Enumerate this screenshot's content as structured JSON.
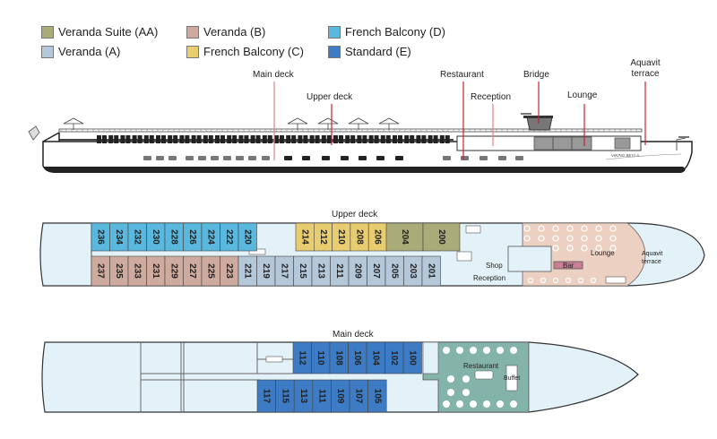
{
  "legend": [
    {
      "label": "Veranda Suite (AA)",
      "color": "#a9ab78"
    },
    {
      "label": "Veranda (A)",
      "color": "#b5c8da"
    },
    {
      "label": "Veranda (B)",
      "color": "#cfab9f"
    },
    {
      "label": "French Balcony (C)",
      "color": "#e8cc70"
    },
    {
      "label": "French Balcony (D)",
      "color": "#5ab8df"
    },
    {
      "label": "Standard (E)",
      "color": "#3d7cc4"
    }
  ],
  "side_view": {
    "labels": {
      "main_deck": "Main deck",
      "upper_deck": "Upper deck",
      "restaurant": "Restaurant",
      "reception": "Reception",
      "bridge": "Bridge",
      "lounge": "Lounge",
      "aquavit_terrace": "Aquavit terrace"
    },
    "ship_name": "VIKING BEYLA"
  },
  "upper_deck": {
    "title": "Upper deck",
    "top_row": [
      {
        "num": "236",
        "cat": "D"
      },
      {
        "num": "234",
        "cat": "D"
      },
      {
        "num": "232",
        "cat": "D"
      },
      {
        "num": "230",
        "cat": "D"
      },
      {
        "num": "228",
        "cat": "D"
      },
      {
        "num": "226",
        "cat": "D"
      },
      {
        "num": "224",
        "cat": "D"
      },
      {
        "num": "222",
        "cat": "D"
      },
      {
        "num": "220",
        "cat": "D"
      },
      {
        "num": "214",
        "cat": "C"
      },
      {
        "num": "212",
        "cat": "C"
      },
      {
        "num": "210",
        "cat": "C"
      },
      {
        "num": "208",
        "cat": "C"
      },
      {
        "num": "206",
        "cat": "C"
      },
      {
        "num": "204",
        "cat": "AA"
      },
      {
        "num": "200",
        "cat": "AA"
      }
    ],
    "bottom_row": [
      {
        "num": "237",
        "cat": "B"
      },
      {
        "num": "235",
        "cat": "B"
      },
      {
        "num": "233",
        "cat": "B"
      },
      {
        "num": "231",
        "cat": "B"
      },
      {
        "num": "229",
        "cat": "B"
      },
      {
        "num": "227",
        "cat": "B"
      },
      {
        "num": "225",
        "cat": "B"
      },
      {
        "num": "223",
        "cat": "B"
      },
      {
        "num": "221",
        "cat": "A"
      },
      {
        "num": "219",
        "cat": "A"
      },
      {
        "num": "217",
        "cat": "A"
      },
      {
        "num": "215",
        "cat": "A"
      },
      {
        "num": "213",
        "cat": "A"
      },
      {
        "num": "211",
        "cat": "A"
      },
      {
        "num": "209",
        "cat": "A"
      },
      {
        "num": "207",
        "cat": "A"
      },
      {
        "num": "205",
        "cat": "A"
      },
      {
        "num": "203",
        "cat": "A"
      },
      {
        "num": "201",
        "cat": "A"
      }
    ],
    "areas": {
      "shop": "Shop",
      "reception": "Reception",
      "lounge": "Lounge",
      "bar": "Bar",
      "aquavit_terrace": "Aquavit terrace"
    }
  },
  "main_deck": {
    "title": "Main deck",
    "top_row": [
      {
        "num": "112",
        "cat": "E"
      },
      {
        "num": "110",
        "cat": "E"
      },
      {
        "num": "108",
        "cat": "E"
      },
      {
        "num": "106",
        "cat": "E"
      },
      {
        "num": "104",
        "cat": "E"
      },
      {
        "num": "102",
        "cat": "E"
      },
      {
        "num": "100",
        "cat": "E"
      }
    ],
    "bottom_row": [
      {
        "num": "117",
        "cat": "E"
      },
      {
        "num": "115",
        "cat": "E"
      },
      {
        "num": "113",
        "cat": "E"
      },
      {
        "num": "111",
        "cat": "E"
      },
      {
        "num": "109",
        "cat": "E"
      },
      {
        "num": "107",
        "cat": "E"
      },
      {
        "num": "105",
        "cat": "E"
      }
    ],
    "areas": {
      "restaurant": "Restaurant",
      "buffet": "Buffet"
    }
  },
  "colors": {
    "AA": "#a9ab78",
    "A": "#b5c8da",
    "B": "#cfab9f",
    "C": "#e8cc70",
    "D": "#5ab8df",
    "E": "#3d7cc4",
    "deck_bg": "#e3f1f9",
    "lounge_bg": "#ecd0c2",
    "restaurant_bg": "#84b4a9",
    "bar": "#c97f94",
    "callout": "#c8202f"
  }
}
